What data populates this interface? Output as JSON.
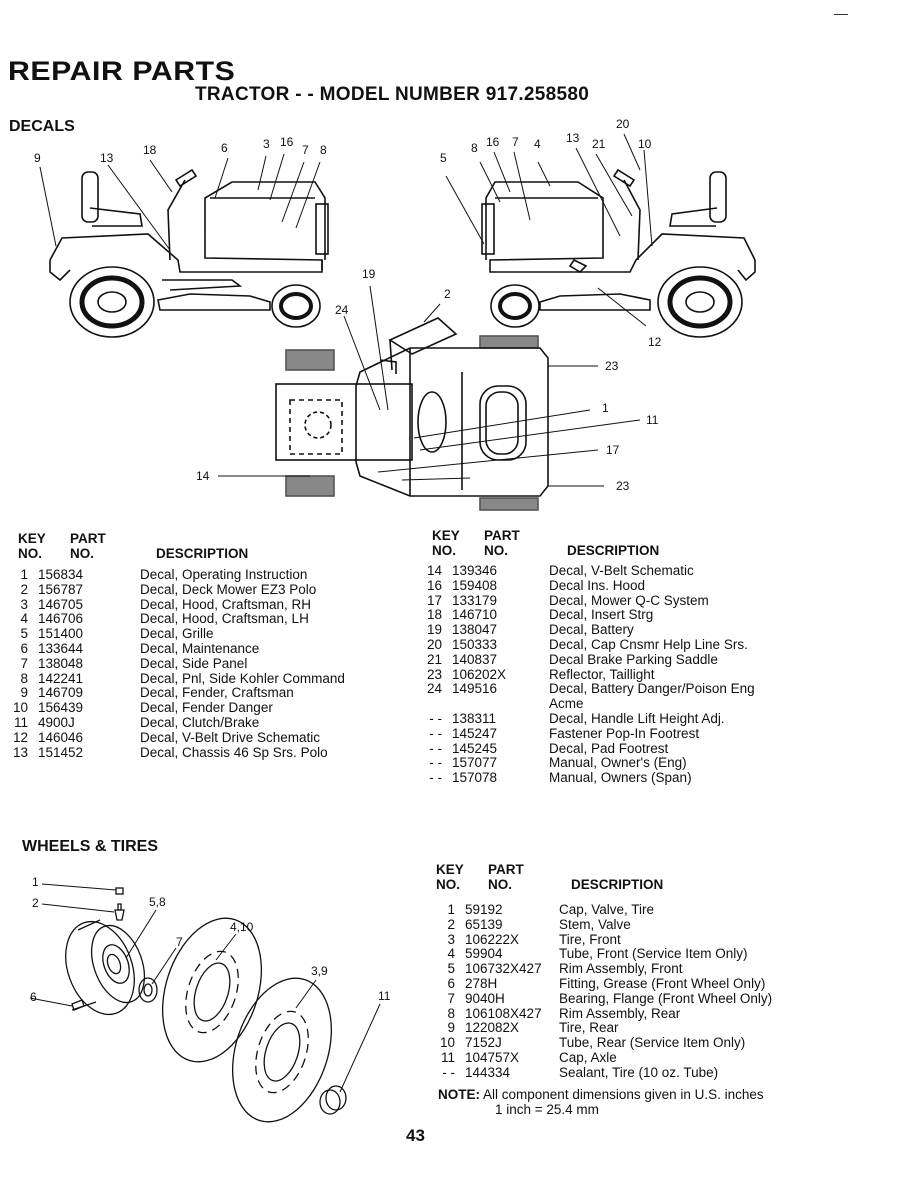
{
  "header": {
    "title": "REPAIR PARTS",
    "subtitle": "TRACTOR - - MODEL NUMBER 917.258580"
  },
  "decals": {
    "section_title": "DECALS",
    "callouts_left": [
      "9",
      "13",
      "18",
      "6",
      "3",
      "16",
      "7",
      "8"
    ],
    "callouts_right": [
      "5",
      "8",
      "16",
      "7",
      "4",
      "13",
      "21",
      "20",
      "10",
      "12"
    ],
    "callouts_top": [
      "19",
      "2",
      "24",
      "23",
      "1",
      "11",
      "17",
      "14",
      "23"
    ],
    "col_headers": {
      "key": "KEY NO.",
      "key_1": "KEY",
      "key_2": "NO.",
      "part_1": "PART",
      "part_2": "NO.",
      "description": "DESCRIPTION"
    },
    "left_rows": [
      {
        "key": "1",
        "part": "156834",
        "desc": "Decal, Operating Instruction"
      },
      {
        "key": "2",
        "part": "156787",
        "desc": "Decal, Deck Mower EZ3 Polo"
      },
      {
        "key": "3",
        "part": "146705",
        "desc": "Decal, Hood, Craftsman, RH"
      },
      {
        "key": "4",
        "part": "146706",
        "desc": "Decal, Hood, Craftsman, LH"
      },
      {
        "key": "5",
        "part": "151400",
        "desc": "Decal, Grille"
      },
      {
        "key": "6",
        "part": "133644",
        "desc": "Decal, Maintenance"
      },
      {
        "key": "7",
        "part": "138048",
        "desc": "Decal, Side Panel"
      },
      {
        "key": "8",
        "part": "142241",
        "desc": "Decal, Pnl, Side Kohler Command"
      },
      {
        "key": "9",
        "part": "146709",
        "desc": "Decal, Fender, Craftsman"
      },
      {
        "key": "10",
        "part": "156439",
        "desc": "Decal, Fender Danger"
      },
      {
        "key": "11",
        "part": "4900J",
        "desc": "Decal, Clutch/Brake"
      },
      {
        "key": "12",
        "part": "146046",
        "desc": "Decal, V-Belt Drive Schematic"
      },
      {
        "key": "13",
        "part": "151452",
        "desc": "Decal, Chassis 46 Sp Srs. Polo"
      }
    ],
    "right_rows": [
      {
        "key": "14",
        "part": "139346",
        "desc": "Decal, V-Belt Schematic"
      },
      {
        "key": "16",
        "part": "159408",
        "desc": "Decal Ins. Hood"
      },
      {
        "key": "17",
        "part": "133179",
        "desc": "Decal, Mower Q-C System"
      },
      {
        "key": "18",
        "part": "146710",
        "desc": "Decal, Insert Strg"
      },
      {
        "key": "19",
        "part": "138047",
        "desc": "Decal, Battery"
      },
      {
        "key": "20",
        "part": "150333",
        "desc": "Decal, Cap Cnsmr Help Line Srs."
      },
      {
        "key": "21",
        "part": "140837",
        "desc": "Decal Brake Parking Saddle"
      },
      {
        "key": "23",
        "part": "106202X",
        "desc": "Reflector, Taillight"
      },
      {
        "key": "24",
        "part": "149516",
        "desc": "Decal, Battery Danger/Poison Eng"
      },
      {
        "key": "",
        "part": "",
        "desc": "Acme"
      },
      {
        "key": "- -",
        "part": "138311",
        "desc": "Decal, Handle Lift Height Adj."
      },
      {
        "key": "- -",
        "part": "145247",
        "desc": "Fastener Pop-In Footrest"
      },
      {
        "key": "- -",
        "part": "145245",
        "desc": "Decal, Pad Footrest"
      },
      {
        "key": "- -",
        "part": "157077",
        "desc": "Manual, Owner's (Eng)"
      },
      {
        "key": "- -",
        "part": "157078",
        "desc": "Manual, Owners (Span)"
      }
    ]
  },
  "wheels": {
    "section_title": "WHEELS & TIRES",
    "callouts": [
      "1",
      "2",
      "5,8",
      "7",
      "4,10",
      "3,9",
      "11",
      "6"
    ],
    "rows": [
      {
        "key": "1",
        "part": "59192",
        "desc": "Cap, Valve, Tire"
      },
      {
        "key": "2",
        "part": "65139",
        "desc": "Stem, Valve"
      },
      {
        "key": "3",
        "part": "106222X",
        "desc": "Tire, Front"
      },
      {
        "key": "4",
        "part": "59904",
        "desc": "Tube, Front (Service Item Only)"
      },
      {
        "key": "5",
        "part": "106732X427",
        "desc": "Rim Assembly, Front"
      },
      {
        "key": "6",
        "part": "278H",
        "desc": "Fitting, Grease (Front Wheel Only)"
      },
      {
        "key": "7",
        "part": "9040H",
        "desc": "Bearing, Flange (Front Wheel Only)"
      },
      {
        "key": "8",
        "part": "106108X427",
        "desc": "Rim Assembly, Rear"
      },
      {
        "key": "9",
        "part": "122082X",
        "desc": "Tire, Rear"
      },
      {
        "key": "10",
        "part": "7152J",
        "desc": "Tube, Rear (Service Item Only)"
      },
      {
        "key": "11",
        "part": "104757X",
        "desc": "Cap, Axle"
      },
      {
        "key": "- -",
        "part": "144334",
        "desc": "Sealant, Tire (10 oz. Tube)"
      }
    ],
    "note_label": "NOTE:",
    "note_text": "All component dimensions given in U.S. inches",
    "note_line2": "1 inch = 25.4 mm"
  },
  "page_number": "43"
}
